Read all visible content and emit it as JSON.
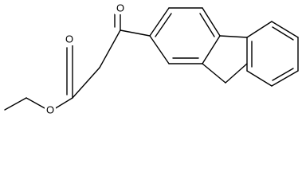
{
  "molecule": {
    "atoms": {
      "ketone_oxygen": "O",
      "carbonyl_oxygen": "O",
      "ester_oxygen": "O"
    }
  }
}
